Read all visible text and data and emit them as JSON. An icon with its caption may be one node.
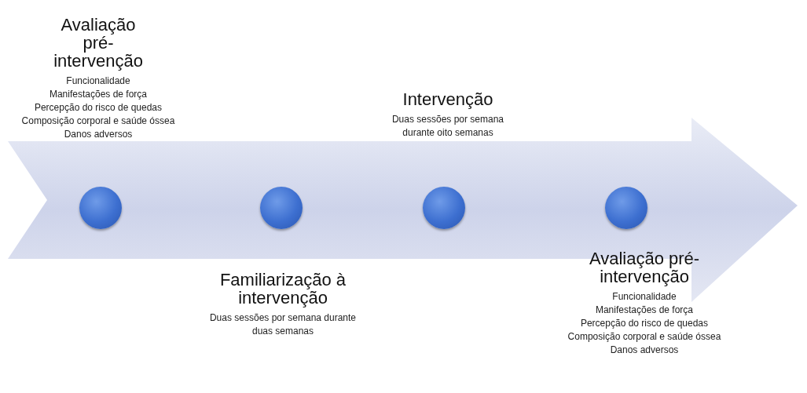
{
  "diagram": {
    "nodes": [
      {
        "text": [],
        "shape": "circle",
        "beside": [
          "Avaliação pré-intervenção",
          "Funcionalidade",
          "Manifestações de força",
          "Percepção do risco de quedas",
          "Composição corporal e saúde óssea",
          "Danos adversos"
        ]
      },
      {
        "text": [],
        "shape": "circle",
        "beside": [
          "Familiarização à intervenção",
          "Duas sessões por semana durante duas semanas"
        ]
      },
      {
        "text": [],
        "shape": "circle",
        "beside": [
          "Intervenção",
          "Duas sessões por semana durante oito semanas"
        ]
      },
      {
        "text": [],
        "shape": "circle",
        "beside": [
          "Avaliação pré-intervenção",
          "Funcionalidade",
          "Manifestações de força",
          "Percepção do risco de quedas",
          "Composição corporal e saúde óssea",
          "Danos adversos"
        ]
      }
    ]
  }
}
